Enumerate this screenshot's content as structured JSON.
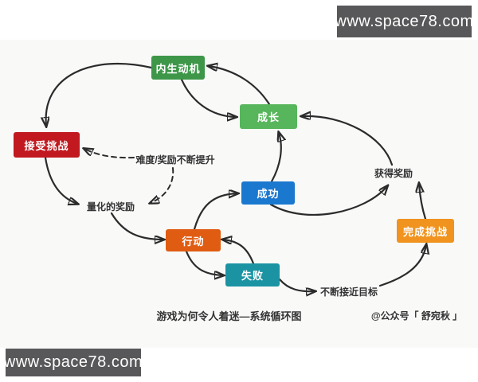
{
  "watermarks": {
    "top": "www.space78.com",
    "bottom": "www.space78.com"
  },
  "diagram": {
    "caption": "游戏为何令人着迷—系统循环图",
    "credit": "@公众号「 舒宛秋 」",
    "colors": {
      "background": "#f9f9f8",
      "arrow": "#2b2b2b",
      "watermark_bg": "#58585a",
      "label_text": "#333333"
    },
    "nodes": [
      {
        "id": "intrinsic-motivation",
        "label": "内生动机",
        "color": "#3e9749"
      },
      {
        "id": "growth",
        "label": "成长",
        "color": "#57b55c"
      },
      {
        "id": "accept-challenge",
        "label": "接受挑战",
        "color": "#c1191f"
      },
      {
        "id": "success",
        "label": "成功",
        "color": "#1b78cf"
      },
      {
        "id": "action",
        "label": "行动",
        "color": "#e05c12"
      },
      {
        "id": "failure",
        "label": "失败",
        "color": "#1b93a3"
      },
      {
        "id": "complete-challenge",
        "label": "完成挑战",
        "color": "#f0931f"
      }
    ],
    "text_labels": [
      {
        "id": "difficulty-note",
        "label": "难度/奖励不断提升"
      },
      {
        "id": "quantified-reward",
        "label": "量化的奖励"
      },
      {
        "id": "get-reward",
        "label": "获得奖励"
      },
      {
        "id": "approach-goal",
        "label": "不断接近目标"
      }
    ],
    "edges": [
      {
        "from": "内生动机",
        "to": "接受挑战",
        "style": "solid"
      },
      {
        "from": "成长",
        "to": "内生动机",
        "style": "solid"
      },
      {
        "from": "内生动机",
        "to": "成长",
        "style": "solid"
      },
      {
        "from": "成功",
        "to": "成长",
        "style": "solid"
      },
      {
        "from": "获得奖励",
        "to": "成长",
        "style": "solid"
      },
      {
        "from": "行动",
        "to": "成功",
        "style": "solid"
      },
      {
        "from": "成功",
        "to": "获得奖励",
        "style": "solid"
      },
      {
        "from": "完成挑战",
        "to": "获得奖励",
        "style": "solid"
      },
      {
        "from": "不断接近目标",
        "to": "完成挑战",
        "style": "solid"
      },
      {
        "from": "失败",
        "to": "不断接近目标",
        "style": "solid"
      },
      {
        "from": "失败",
        "to": "行动",
        "style": "solid"
      },
      {
        "from": "行动",
        "to": "失败",
        "style": "solid"
      },
      {
        "from": "量化的奖励",
        "to": "行动",
        "style": "solid"
      },
      {
        "from": "接受挑战",
        "to": "量化的奖励",
        "style": "solid"
      },
      {
        "from": "难度/奖励不断提升",
        "to": "接受挑战",
        "style": "dashed"
      },
      {
        "from": "难度/奖励不断提升",
        "to": "量化的奖励",
        "style": "dashed"
      }
    ]
  }
}
